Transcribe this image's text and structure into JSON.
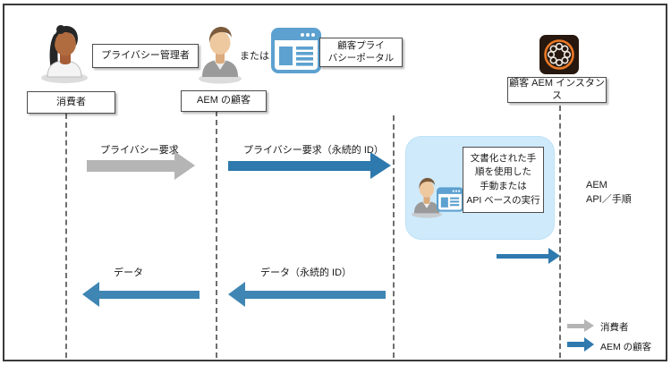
{
  "actors": {
    "consumer_label": "消費者",
    "privacy_admin_label": "プライバシー管理者",
    "or_label": "または",
    "aem_customer_label": "AEM の顧客",
    "portal_label_line1": "顧客プライ",
    "portal_label_line2": "バシーポータル",
    "aem_instance_label": "顧客 AEM インスタンス"
  },
  "messages": {
    "privacy_request": "プライバシー要求",
    "privacy_request_persistent": "プライバシー要求（永続的 ID）",
    "data_persistent": "データ（永続的 ID）",
    "data": "データ"
  },
  "process": {
    "lines": [
      "文書化された手",
      "順を使用した",
      "手動または",
      "API ベースの実行"
    ]
  },
  "side_note": {
    "line1": "AEM",
    "line2": "API／手順"
  },
  "legend": {
    "consumer": "消費者",
    "aem_customer": "AEM の顧客"
  },
  "icons": {
    "consumer": "woman-person-icon",
    "aem_customer": "man-person-icon",
    "portal": "browser-window-icon",
    "aem_instance": "aem-logo-icon"
  },
  "colors": {
    "request_blue": "#2e79ad",
    "data_blue": "#3f86b4",
    "consumer_gray": "#b5b5b5",
    "process_bg": "#cfeafb",
    "icon_blue": "#5ca1d0",
    "aem_orange": "#e97826",
    "aem_dark": "#26180e"
  }
}
